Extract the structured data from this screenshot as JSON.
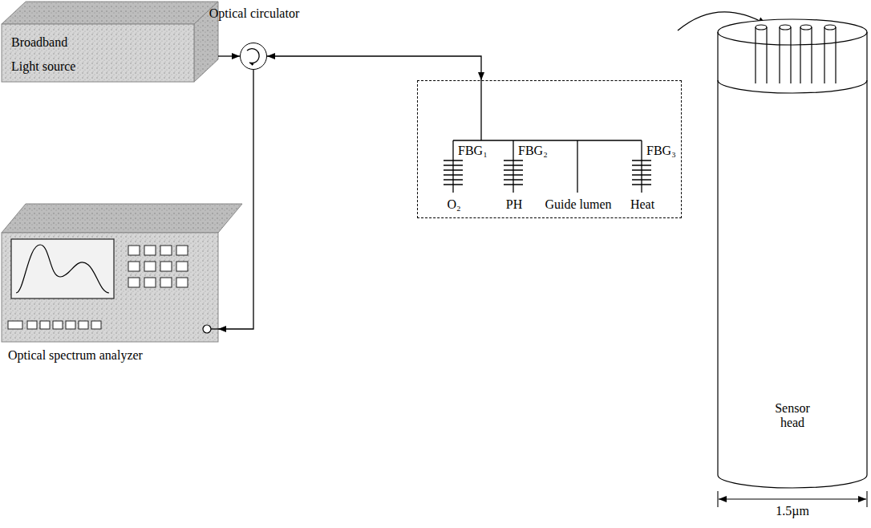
{
  "diagram": {
    "nodes": [
      {
        "text": [
          "Broadband Light source"
        ]
      },
      {
        "text": [
          "Optical circulator"
        ]
      },
      {
        "text": [
          "Optical spectrum analyzer"
        ]
      },
      {
        "text": [
          "FBG₁",
          "FBG₂",
          "FBG₃",
          "O₂",
          "PH",
          "Guide lumen",
          "Heat"
        ]
      },
      {
        "text": [
          "Sensor head"
        ]
      }
    ],
    "edges": [
      {
        "from": 0,
        "to": 1,
        "arrow": "to"
      },
      {
        "from": 1,
        "to": 3,
        "arrow": "both"
      },
      {
        "from": 1,
        "to": 2,
        "arrow": "to"
      }
    ],
    "labels": [
      "1.5µm"
    ]
  }
}
